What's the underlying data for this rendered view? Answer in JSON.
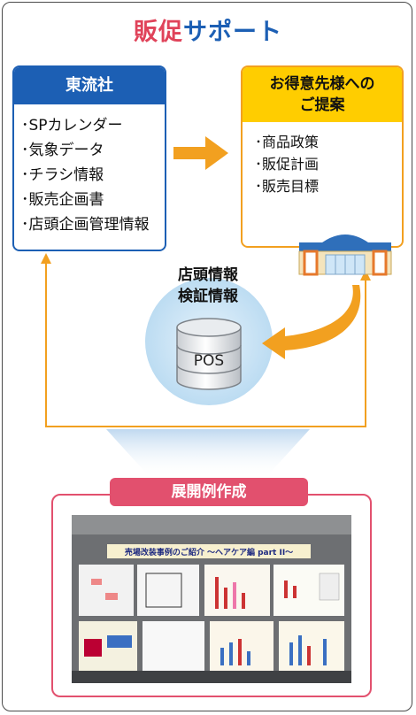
{
  "title": {
    "part1": "販促",
    "part2": "サポート"
  },
  "left_box": {
    "header": "東流社",
    "items": [
      "･SPカレンダー",
      "･気象データ",
      "･チラシ情報",
      "･販売企画書",
      "･店頭企画管理情報"
    ]
  },
  "right_box": {
    "header_line1": "お得意先様への",
    "header_line2": "ご提案",
    "items": [
      "･商品政策",
      "･販促計画",
      "･販売目標"
    ]
  },
  "pos": {
    "label_line1": "店頭情報",
    "label_line2": "検証情報",
    "db_label": "POS"
  },
  "bottom": {
    "banner": "展開例作成",
    "poster_heading": "売場改装事例のご紹介 〜ヘアケア編 part II〜"
  },
  "colors": {
    "blue": "#1c5fb4",
    "pink": "#e0435a",
    "orange": "#f2a020",
    "yellow": "#ffcd00",
    "banner": "#e2506e"
  }
}
